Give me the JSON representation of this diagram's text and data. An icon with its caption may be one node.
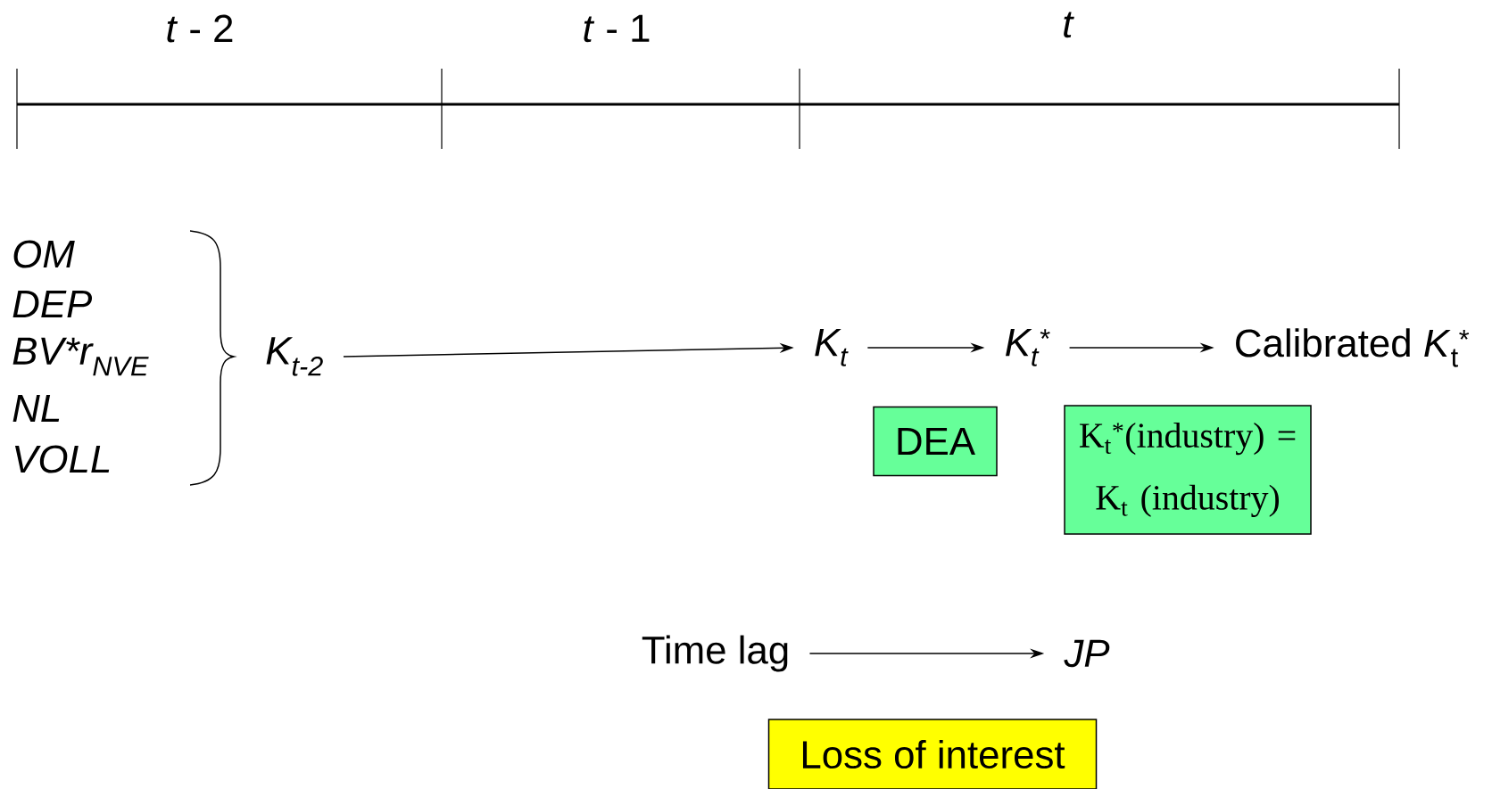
{
  "diagram": {
    "nodes": [
      {
        "text": [
          "K$_{t-2}$"
        ]
      },
      {
        "text": [
          "K$_{t}$"
        ]
      },
      {
        "text": [
          "K$_{t}$$^{*}$"
        ]
      },
      {
        "text": [
          "Calibrated *K*$_{t}$$^{*}$"
        ]
      },
      {
        "text": [
          "DEA"
        ]
      },
      {
        "text": [
          "K$_{t}$$^{*}$(industry) = K$_{t}$ (industry)"
        ]
      },
      {
        "text": [
          "Time lag"
        ]
      },
      {
        "text": [
          "JP"
        ]
      },
      {
        "text": [
          "Loss of interest"
        ]
      }
    ],
    "edges": [
      {
        "from": 0,
        "to": 1,
        "arrow": "to"
      },
      {
        "from": 1,
        "to": 2,
        "arrow": "to"
      },
      {
        "from": 2,
        "to": 3,
        "arrow": "to"
      },
      {
        "from": 6,
        "to": 7,
        "arrow": "to"
      }
    ],
    "labels": [
      "*t* - 2",
      "*t* - 1",
      "*t*",
      "OM",
      "DEP",
      "BV*r$_{NVE}$",
      "NL",
      "VOLL"
    ]
  }
}
